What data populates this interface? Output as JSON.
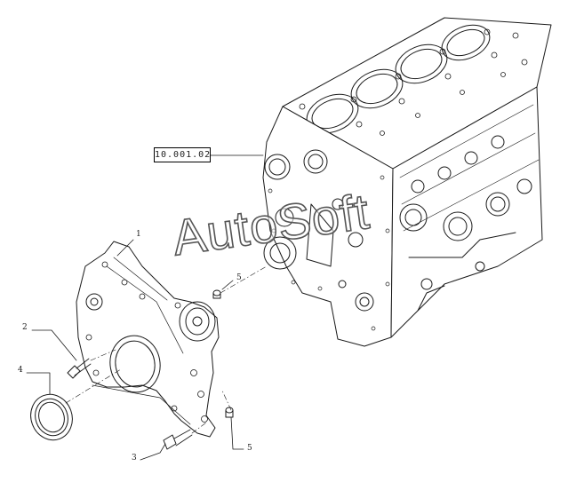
{
  "reference_label": "10.001.02",
  "callouts": {
    "p1": "1",
    "p2": "2",
    "p3": "3",
    "p4": "4",
    "p5": "5",
    "p6": "5"
  },
  "watermark": "AutoSoft"
}
